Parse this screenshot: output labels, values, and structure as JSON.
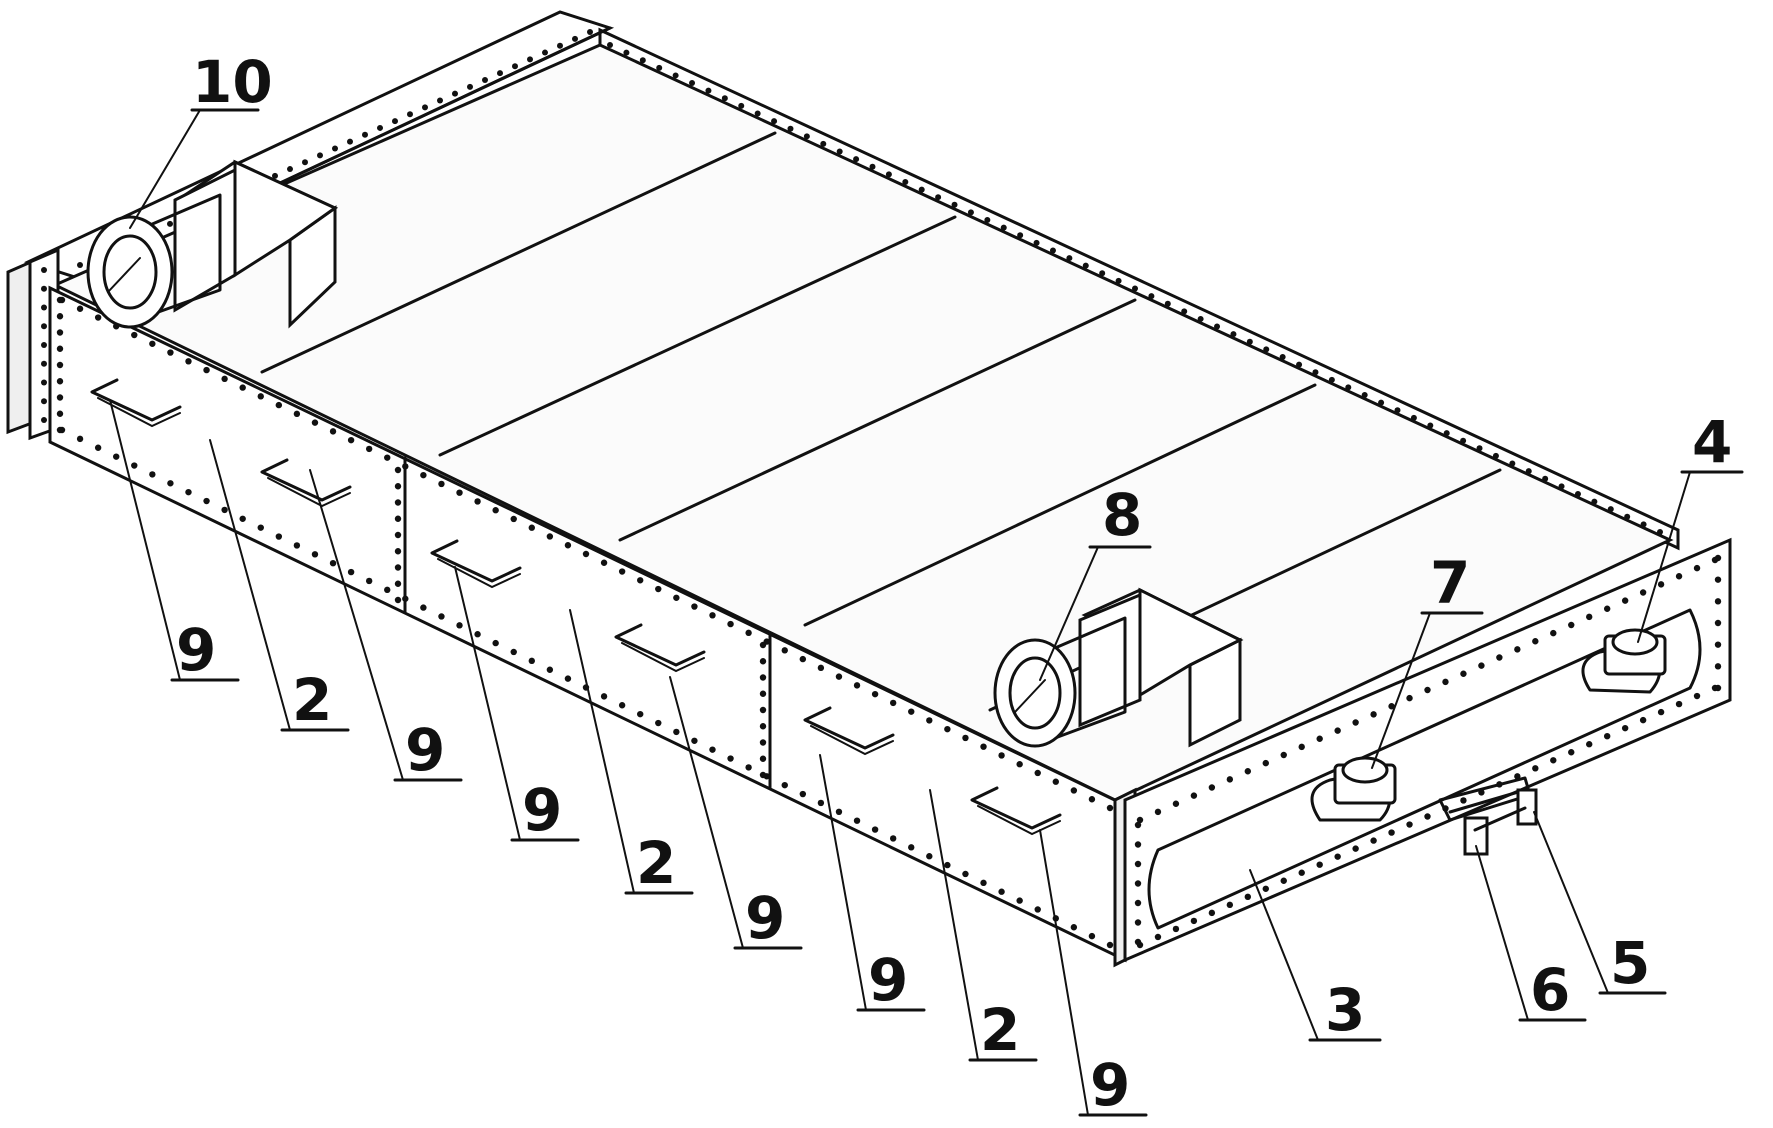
{
  "figure": {
    "callouts": [
      {
        "id": "c10",
        "text": "10"
      },
      {
        "id": "c8",
        "text": "8"
      },
      {
        "id": "c7",
        "text": "7"
      },
      {
        "id": "c4",
        "text": "4"
      },
      {
        "id": "c9a",
        "text": "9"
      },
      {
        "id": "c2a",
        "text": "2"
      },
      {
        "id": "c9b",
        "text": "9"
      },
      {
        "id": "c9c",
        "text": "9"
      },
      {
        "id": "c2b",
        "text": "2"
      },
      {
        "id": "c9d",
        "text": "9"
      },
      {
        "id": "c9e",
        "text": "9"
      },
      {
        "id": "c2c",
        "text": "2"
      },
      {
        "id": "c9f",
        "text": "9"
      },
      {
        "id": "c3",
        "text": "3"
      },
      {
        "id": "c6",
        "text": "6"
      },
      {
        "id": "c5",
        "text": "5"
      }
    ]
  }
}
